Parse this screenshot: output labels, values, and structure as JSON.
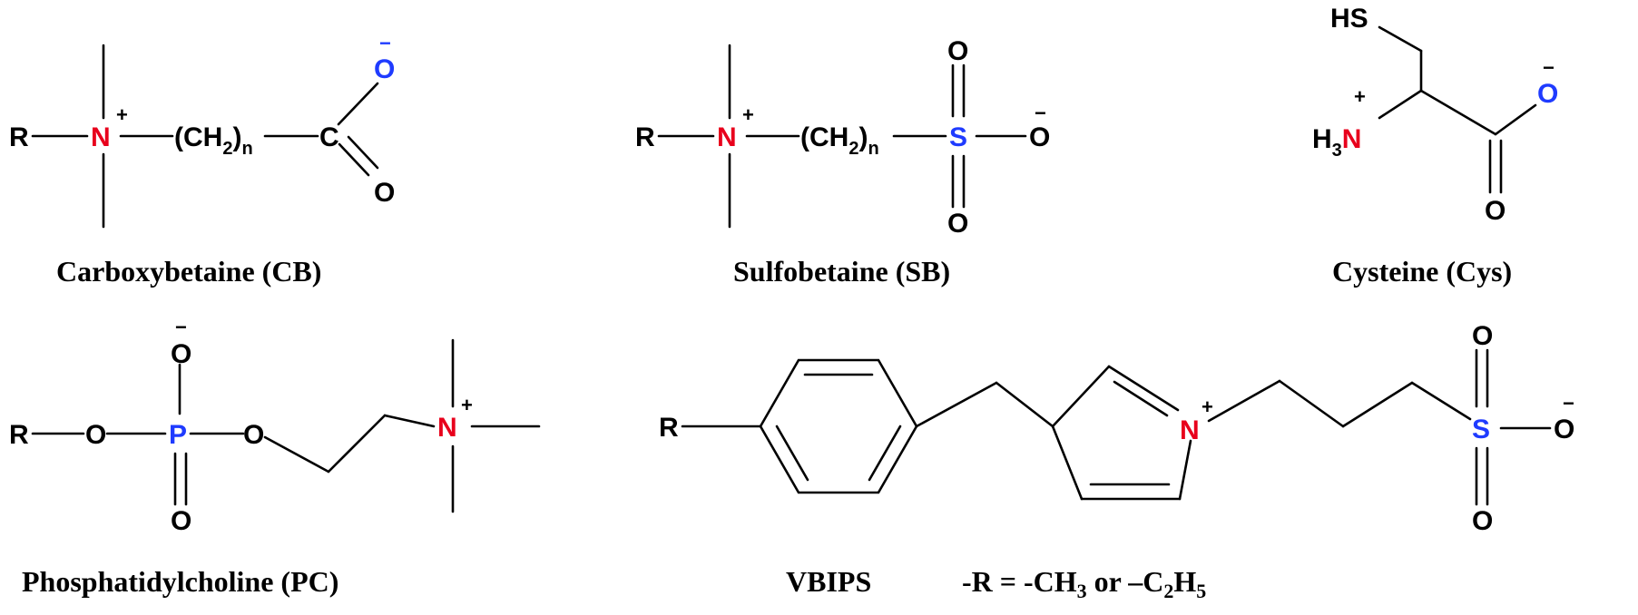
{
  "colors": {
    "nitrogen": "#e8001c",
    "oxygen_anion": "#1f3bff",
    "phosphorus": "#1f3bff",
    "sulfur": "#1f3bff",
    "bond": "#000000"
  },
  "plus": "+",
  "minus": "−",
  "cb": {
    "name": "Carboxybetaine (CB)",
    "r": "R",
    "n": "N",
    "chain": "(CH",
    "chain_sub": "2",
    "chain_close": ")",
    "chain_n": "n",
    "c": "C",
    "o_minus": "O",
    "o": "O"
  },
  "sb": {
    "name": "Sulfobetaine (SB)",
    "r": "R",
    "n": "N",
    "chain": "(CH",
    "chain_sub": "2",
    "chain_close": ")",
    "chain_n": "n",
    "s": "S",
    "o_top": "O",
    "o_right": "O",
    "o_bottom": "O"
  },
  "cys": {
    "name": "Cysteine (Cys)",
    "hs": "HS",
    "h": "H",
    "h_sub": "3",
    "n": "N",
    "o_minus": "O",
    "o": "O"
  },
  "pc": {
    "name": "Phosphatidylcholine (PC)",
    "r": "R",
    "o1": "O",
    "p": "P",
    "o2": "O",
    "o_top": "O",
    "o_bottom": "O",
    "n": "N"
  },
  "vbips": {
    "name": "VBIPS",
    "r": "R",
    "n": "N",
    "s": "S",
    "o_top": "O",
    "o_right": "O",
    "o_bottom": "O"
  },
  "footnote": {
    "prefix": "-R = -CH",
    "sub1": "3",
    "middle": " or –C",
    "sub2": "2",
    "h": "H",
    "sub3": "5"
  }
}
